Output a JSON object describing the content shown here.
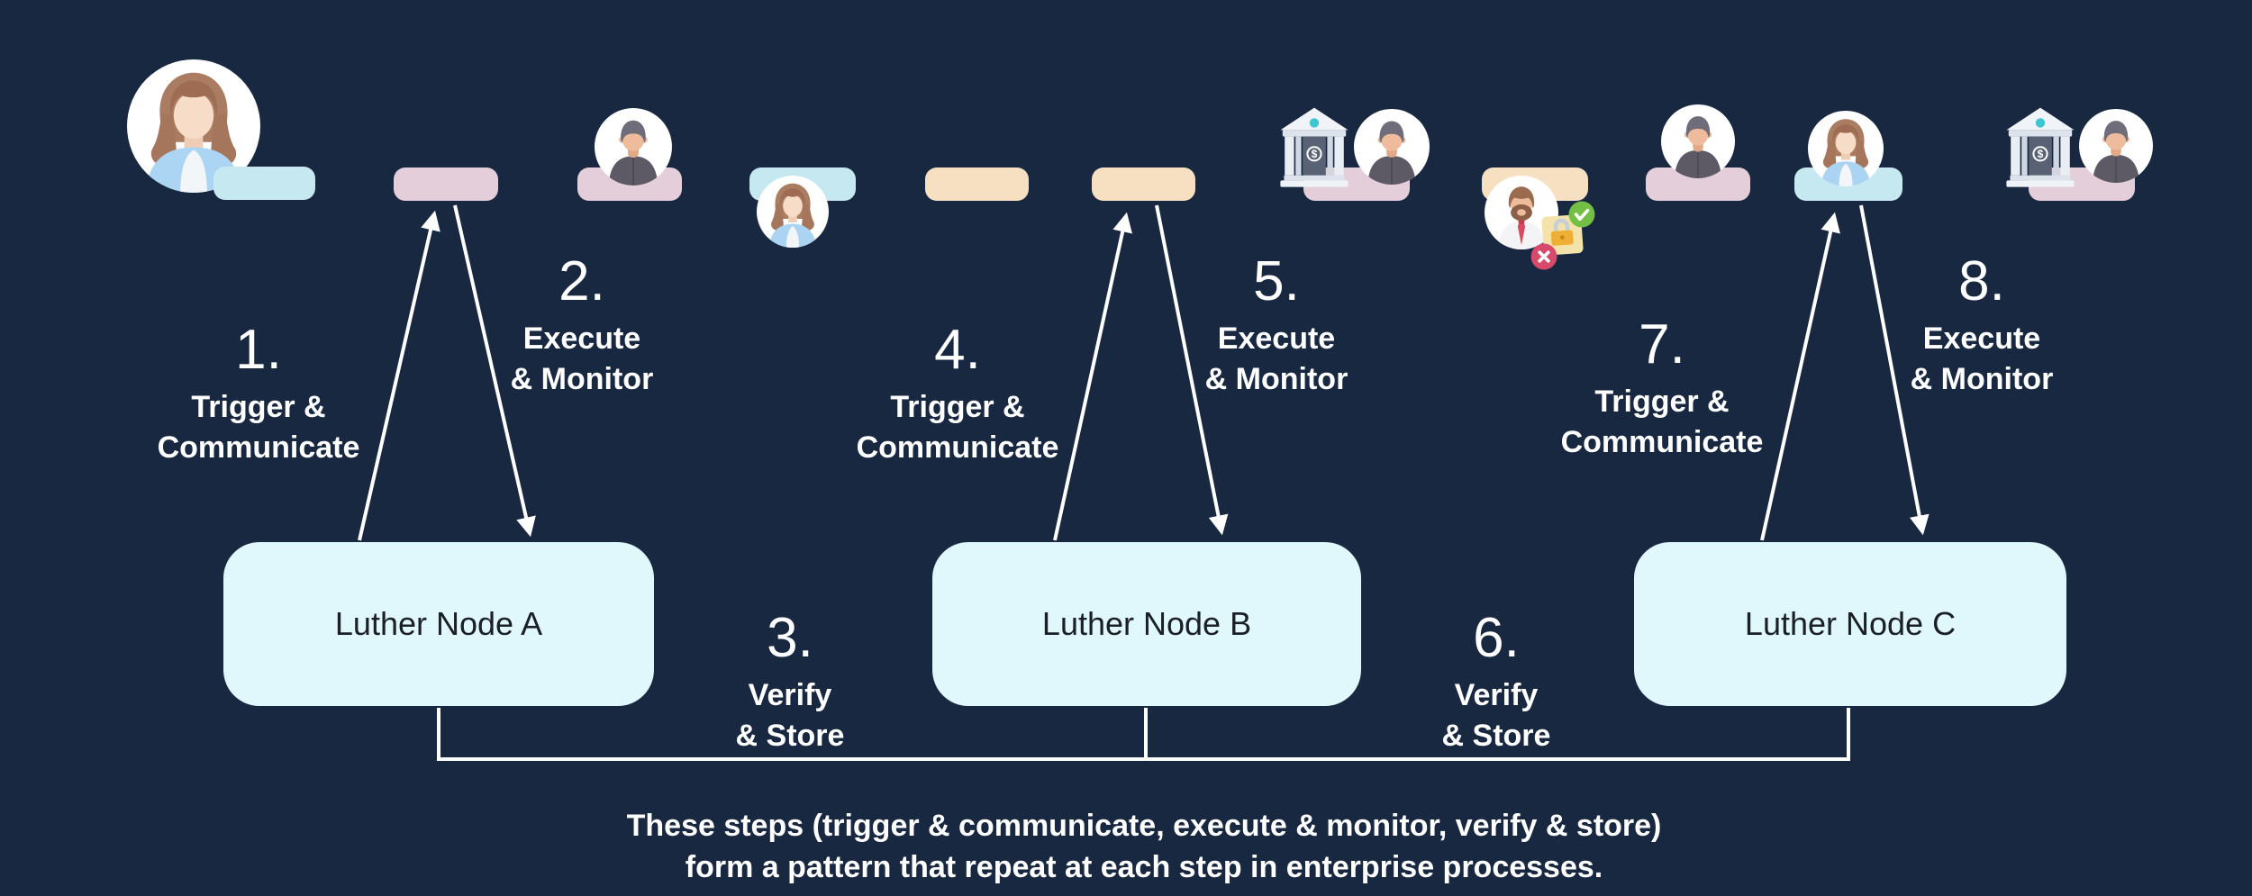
{
  "palette": {
    "background": "#192841",
    "node_fill": "#e0f7fb",
    "node_text": "#1b1f26",
    "text_white": "#ffffff",
    "pill_pink": "#e4ced9",
    "pill_blue": "#c5e8f1",
    "pill_tan": "#f6e0c1",
    "arrow_white": "#ffffff",
    "check_green": "#72bf44",
    "cross_red": "#d84a6b",
    "lock_gold": "#efaf33",
    "bank_teal": "#3fc6d3"
  },
  "steps": [
    {
      "num": "1.",
      "line1": "Trigger &",
      "line2": "Communicate"
    },
    {
      "num": "2.",
      "line1": "Execute",
      "line2": "& Monitor"
    },
    {
      "num": "3.",
      "line1": "Verify",
      "line2": "& Store"
    },
    {
      "num": "4.",
      "line1": "Trigger &",
      "line2": "Communicate"
    },
    {
      "num": "5.",
      "line1": "Execute",
      "line2": "& Monitor"
    },
    {
      "num": "6.",
      "line1": "Verify",
      "line2": "& Store"
    },
    {
      "num": "7.",
      "line1": "Trigger &",
      "line2": "Communicate"
    },
    {
      "num": "8.",
      "line1": "Execute",
      "line2": "& Monitor"
    }
  ],
  "nodes": [
    {
      "label": "Luther Node A"
    },
    {
      "label": "Luther Node B"
    },
    {
      "label": "Luther Node C"
    }
  ],
  "caption": {
    "line1": "These steps (trigger & communicate, execute & monitor, verify & store)",
    "line2": "form a pattern that repeat at each step in enterprise processes."
  },
  "icons": {
    "bank_symbol": "$"
  }
}
